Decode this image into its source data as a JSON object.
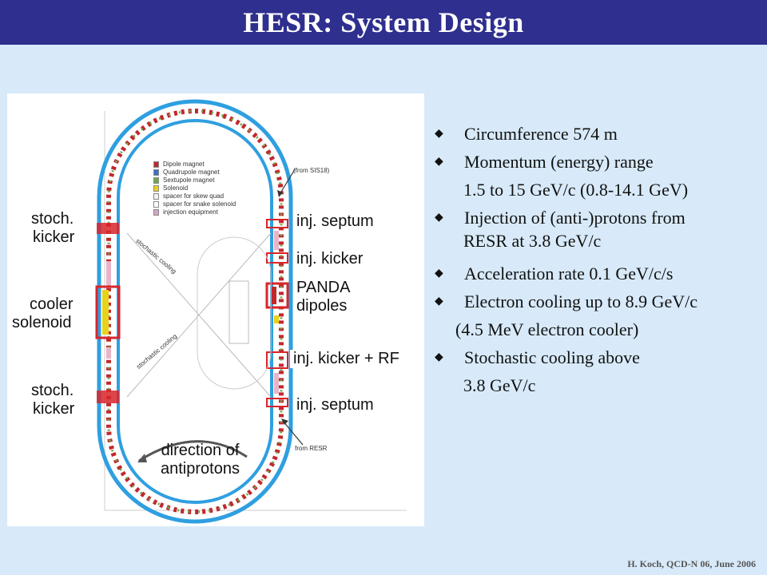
{
  "title": "HESR: System Design",
  "diagram": {
    "left_labels": {
      "stoch_kicker_top": [
        "stoch.",
        "kicker"
      ],
      "cooler_solenoid": [
        "cooler",
        "solenoid"
      ],
      "stoch_kicker_bottom": [
        "stoch.",
        "kicker"
      ]
    },
    "right_labels": {
      "inj_septum_top": "inj. septum",
      "inj_kicker": "inj. kicker",
      "panda_dipoles": [
        "PANDA",
        "dipoles"
      ],
      "inj_kicker_rf": "inj. kicker + RF",
      "inj_septum_bottom": "inj. septum"
    },
    "direction": [
      "direction of",
      "antiprotons"
    ],
    "from_sis18": "(from SIS18)",
    "from_resr": "from RESR",
    "stochastic_cooling_label": "stochastic cooling",
    "legend": [
      {
        "label": "Dipole magnet",
        "color": "#c0282d"
      },
      {
        "label": "Quadrupole magnet",
        "color": "#3a6fc4"
      },
      {
        "label": "Sextupole magnet",
        "color": "#6fa84a"
      },
      {
        "label": "Solenoid",
        "color": "#e8d21c"
      },
      {
        "label": "spacer for skew quad",
        "color": "#f2f2f2"
      },
      {
        "label": "spacer for snake solenoid",
        "color": "#ffffff"
      },
      {
        "label": "injection equipment",
        "color": "#d4a6c8"
      }
    ]
  },
  "bullets": [
    {
      "text": "Circumference 574 m",
      "cont": []
    },
    {
      "text": "Momentum (energy) range",
      "cont": [
        "1.5 to 15 GeV/c (0.8-14.1 GeV)"
      ]
    },
    {
      "text": "Injection of (anti-)protons from",
      "cont": [
        "RESR at 3.8 GeV/c"
      ]
    },
    {
      "text": "Acceleration rate 0.1 GeV/c/s",
      "cont": []
    },
    {
      "text": "Electron cooling up to 8.9 GeV/c",
      "cont": [
        "(4.5 MeV electron cooler)"
      ]
    },
    {
      "text": "Stochastic cooling above",
      "cont": [
        "3.8 GeV/c"
      ]
    }
  ],
  "bullet_marker": "◆",
  "footer": "H. Koch, QCD-N 06, June 2006",
  "colors": {
    "title_bar": "#2e2f8e",
    "background": "#d8eaf9",
    "ring": "#2f9fe0"
  }
}
